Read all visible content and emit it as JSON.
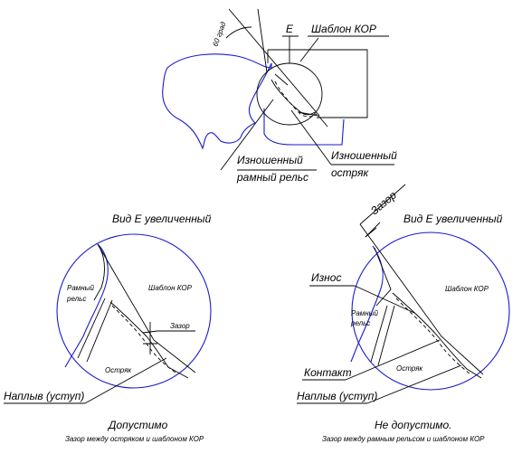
{
  "top": {
    "angle_label": "60 град",
    "view_letter": "Е",
    "template_label": "Шаблон КОР",
    "worn_rail_label_line1": "Изношенный",
    "worn_rail_label_line2": "рамный рельс",
    "worn_point_label_line1": "Изношенный",
    "worn_point_label_line2": "остряк"
  },
  "left": {
    "title": "Вид Е увеличенный",
    "rail_label_line1": "Рамный",
    "rail_label_line2": "рельс",
    "template_label": "Шаблон КОР",
    "gap_label": "Зазор",
    "point_label": "Остряк",
    "overflow_label": "Наплыв (уступ)",
    "verdict": "Допустимо",
    "caption": "Зазор между остряком и шаблоном КОР"
  },
  "right": {
    "gap_label": "Зазор",
    "title": "Вид Е увеличенный",
    "wear_label": "Износ",
    "template_label": "Шаблон КОР",
    "rail_label_line1": "Рамный",
    "rail_label_line2": "рельс",
    "contact_label": "Контакт",
    "point_label": "Остряк",
    "overflow_label": "Наплыв (уступ)",
    "verdict": "Не допустимо.",
    "caption": "Зазор между рамным рельсом и шаблоном КОР"
  },
  "colors": {
    "outline": "#1a1ad0",
    "lines": "#000000"
  }
}
